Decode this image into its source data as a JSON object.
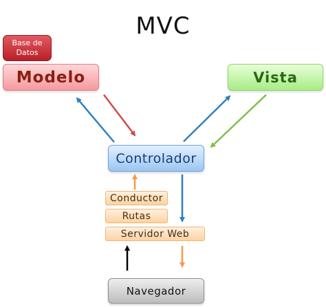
{
  "title": "MVC",
  "nodes": {
    "base_de_datos": "Base de Datos",
    "modelo": "Modelo",
    "vista": "Vista",
    "controlador": "Controlador",
    "conductor": "Conductor",
    "rutas": "Rutas",
    "servidor_web": "Servidor Web",
    "navegador": "Navegador"
  },
  "colors": {
    "blue_arrow": "#2f7fc1",
    "red_arrow": "#d24a4a",
    "green_arrow": "#7fc04a",
    "orange_arrow": "#f39a4d",
    "black_arrow": "#000000"
  }
}
